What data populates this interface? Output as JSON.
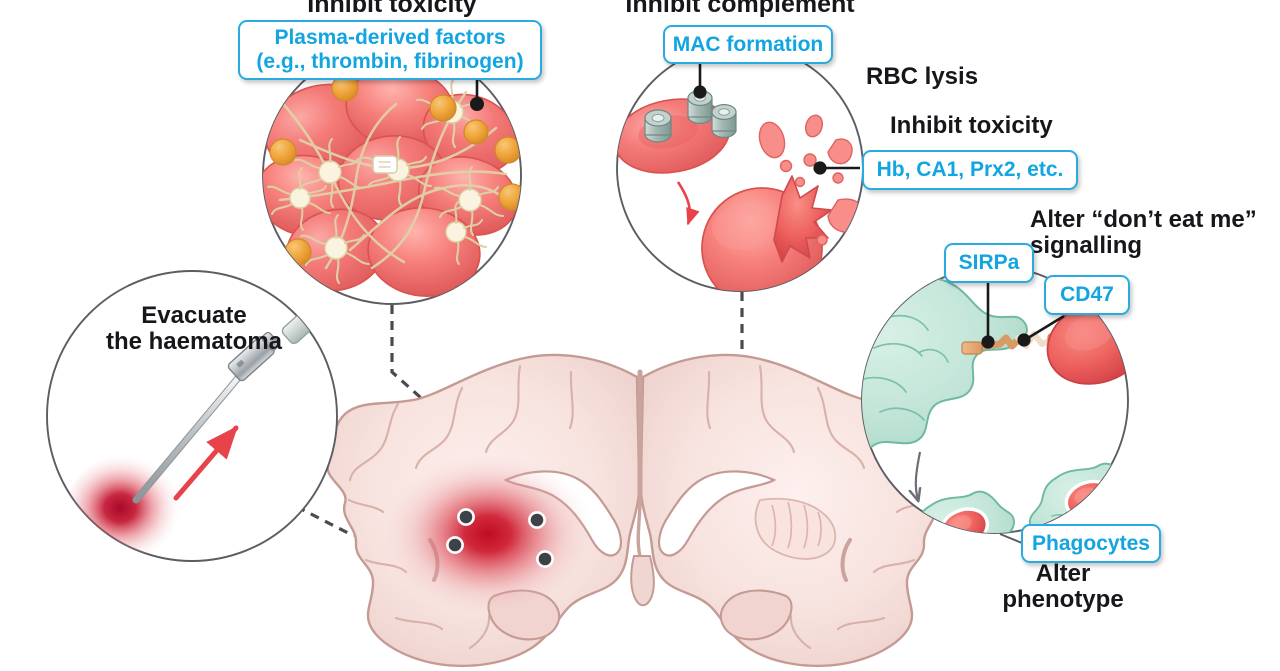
{
  "figure": {
    "kind": "scientific-diagram",
    "subject": "Therapeutic targets for intracerebral haemorrhage",
    "palette": {
      "label_border": "#29abe2",
      "label_text": "#12a5e0",
      "heading_text": "#17161a",
      "rbc_red": "#f26b6b",
      "rbc_red_dark": "#d94a4a",
      "haematoma_core": "#b00f2e",
      "brain_pink": "#f3d9d6",
      "brain_outline": "#c49a93",
      "phagocyte_green": "#bfe3d6",
      "phagocyte_outline": "#6fb9a2",
      "fibrin_cream": "#e8dcb8",
      "plasma_orange": "#f0a63c",
      "mac_pore_grey": "#9fb3ae",
      "leader_line": "#4a4a52",
      "catheter_grey": "#b9bdbf",
      "arrow_red": "#e8434a",
      "background": "#ffffff"
    },
    "headings": [
      {
        "name": "inhibit-toxicity-clot",
        "text": "Inhibit toxicity"
      },
      {
        "name": "inhibit-complement",
        "text": "Inhibit complement"
      },
      {
        "name": "rbc-lysis",
        "text": "RBC lysis"
      },
      {
        "name": "inhibit-toxicity-rbc",
        "text": "Inhibit toxicity"
      },
      {
        "name": "alter-dont-eat-me",
        "text": "Alter “don’t eat me”\nsignalling"
      },
      {
        "name": "alter-phenotype",
        "text": "Alter\nphenotype"
      },
      {
        "name": "evacuate-haematoma",
        "text": "Evacuate\nthe haematoma"
      }
    ],
    "labels": [
      {
        "name": "plasma-derived-factors",
        "text": "Plasma-derived factors\n(e.g., thrombin, fibrinogen)"
      },
      {
        "name": "mac-formation",
        "text": "MAC formation"
      },
      {
        "name": "hb-ca1-prx2",
        "text": "Hb, CA1, Prx2, etc."
      },
      {
        "name": "sirpa",
        "text": "SIRPa"
      },
      {
        "name": "cd47",
        "text": "CD47"
      },
      {
        "name": "phagocytes",
        "text": "Phagocytes"
      }
    ],
    "panels": [
      {
        "name": "clot-composition-panel",
        "contents": "red blood cells packed in fibrin mesh with platelets and plasma factor particles"
      },
      {
        "name": "complement-lysis-panel",
        "contents": "red blood cell with membrane attack complex pores lysing into fragments"
      },
      {
        "name": "phagocytosis-panel",
        "contents": "macrophage engaging red blood cell via SIRPa-CD47 then phagocytes engulfing red blood cells"
      },
      {
        "name": "surgical-evacuation-panel",
        "contents": "catheter inserted into haematoma with aspiration arrow"
      },
      {
        "name": "brain-coronal-section",
        "contents": "coronal brain slice with basal ganglia haemorrhage"
      }
    ]
  }
}
